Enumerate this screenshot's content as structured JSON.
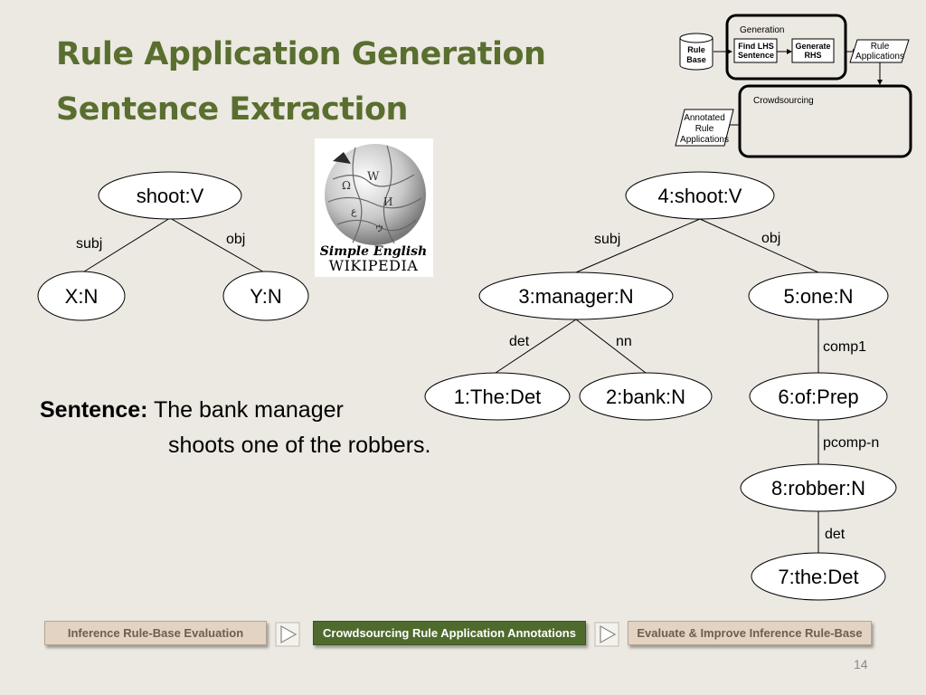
{
  "title_line1": "Rule Application Generation",
  "title_line2": "Sentence Extraction",
  "pipeline": {
    "generation_label": "Generation",
    "rule_base": "Rule Base",
    "find_lhs": "Find LHS Sentence",
    "generate_rhs": "Generate RHS",
    "rule_applications": "Rule Applications",
    "crowdsourcing_label": "Crowdsourcing",
    "annotated": "Annotated Rule Applications"
  },
  "wikipedia_logo": {
    "line1": "Simple English",
    "line2": "WIKIPEDIA"
  },
  "rule_tree": {
    "root": "shoot:V",
    "left": "X:N",
    "right": "Y:N",
    "edge_left": "subj",
    "edge_right": "obj"
  },
  "parse_tree": {
    "n4": "4:shoot:V",
    "n3": "3:manager:N",
    "n5": "5:one:N",
    "n1": "1:The:Det",
    "n2": "2:bank:N",
    "n6": "6:of:Prep",
    "n8": "8:robber:N",
    "n7": "7:the:Det",
    "e_subj": "subj",
    "e_obj": "obj",
    "e_det": "det",
    "e_nn": "nn",
    "e_comp1": "comp1",
    "e_pcomp": "pcomp-n",
    "e_det2": "det"
  },
  "sentence": {
    "label": "Sentence:",
    "line1": "The bank manager",
    "line2": "shoots one of the robbers."
  },
  "flow": {
    "step1": "Inference Rule-Base Evaluation",
    "step2": "Crowdsourcing Rule Application Annotations",
    "step3": "Evaluate & Improve Inference Rule-Base"
  },
  "page_number": "14",
  "colors": {
    "title": "#5a6e2f",
    "active_step": "#4e6b2d",
    "inactive_step": "#e2d3c3"
  }
}
